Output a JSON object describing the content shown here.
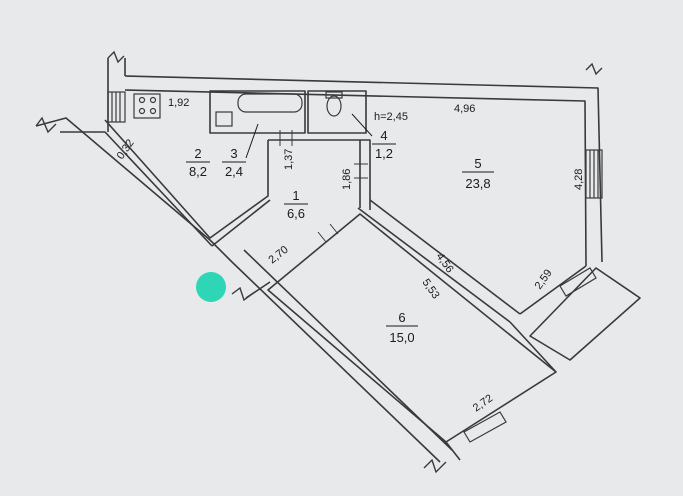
{
  "plan": {
    "ceiling_height": "h=2,45",
    "rooms": [
      {
        "number": "1",
        "area": "6,6"
      },
      {
        "number": "2",
        "area": "8,2"
      },
      {
        "number": "3",
        "area": "2,4"
      },
      {
        "number": "4",
        "area": "1,2"
      },
      {
        "number": "5",
        "area": "23,8"
      },
      {
        "number": "6",
        "area": "15,0"
      }
    ],
    "dimensions": {
      "top_left": "1,92",
      "top_right": "4,96",
      "left_wall": "0,32",
      "hall_a": "1,37",
      "hall_b": "1,86",
      "right_wall": "4,28",
      "hall_c": "2,70",
      "diag_a": "4,56",
      "diag_b": "5,53",
      "balcony_a": "2,59",
      "balcony_b": "2,72"
    },
    "marker_color": "#2fd6b6",
    "wall_color": "#3a3a3a"
  }
}
